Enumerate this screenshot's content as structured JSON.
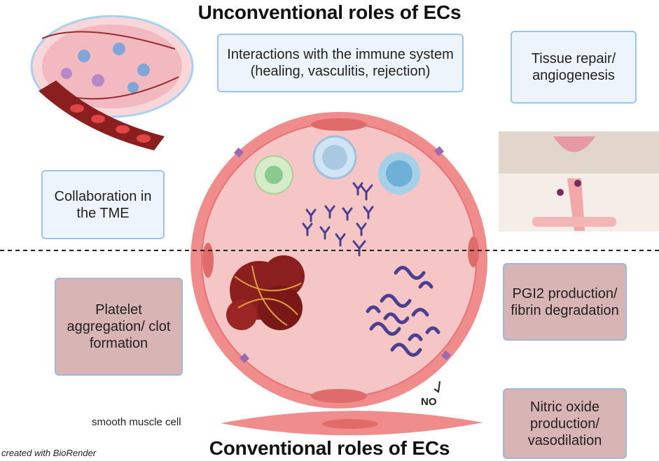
{
  "titles": {
    "top": "Unconventional roles of ECs",
    "bottom": "Conventional roles of ECs"
  },
  "boxes": {
    "immune": "Interactions with the immune system (healing, vasculitis, rejection)",
    "tissue_repair": "Tissue repair/ angiogenesis",
    "tme": "Collaboration in the TME",
    "platelet": "Platelet aggregation/ clot formation",
    "pgi2": "PGI2 production/ fibrin degradation",
    "nitric_oxide": "Nitric oxide production/ vasodilation"
  },
  "labels": {
    "smooth_muscle": "smooth muscle cell",
    "no": "NO",
    "credit": "created with BioRender"
  },
  "colors": {
    "vessel_wall": "#f08c8c",
    "lumen": "#f6c6c6",
    "unconventional_box": "#eef4fb",
    "conventional_box": "#d8b4b4",
    "box_border": "#9ec5e8"
  }
}
